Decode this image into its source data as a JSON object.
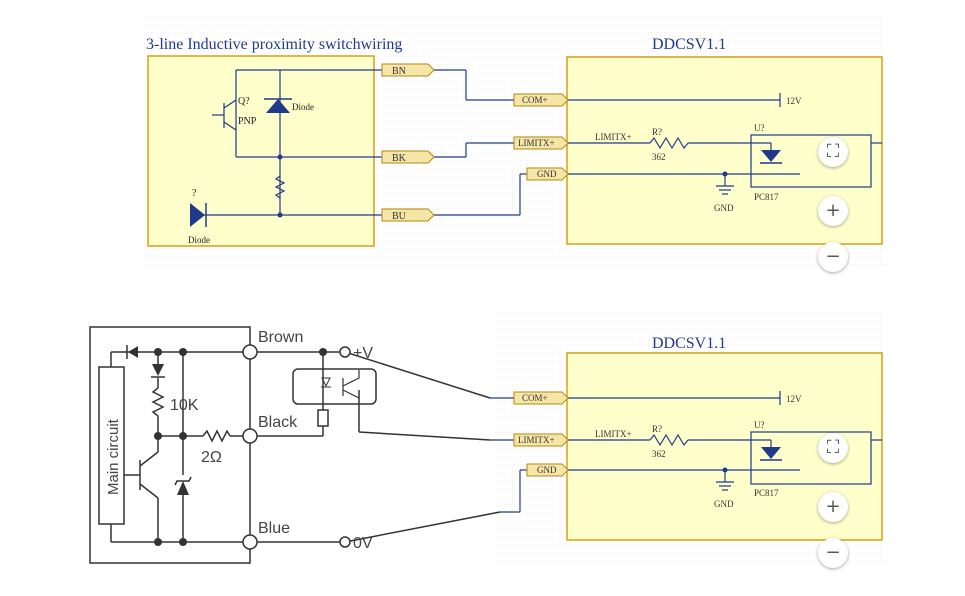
{
  "top_panel": {
    "title": "3-line Inductive proximity switchwiring",
    "board_title": "DDCSV1.1",
    "sensor": {
      "transistor_ref": "Q?",
      "transistor_type": "PNP",
      "diode_label": "Diode",
      "diode2_ref": "?",
      "diode2_label": "Diode",
      "port_bn": "BN",
      "port_bk": "BK",
      "port_bu": "BU"
    },
    "board": {
      "port_com": "COM+",
      "port_limit": "LIMITX+",
      "port_gnd": "GND",
      "supply": "12V",
      "net_label": "LIMITX+",
      "resistor_ref": "R?",
      "resistor_value": "362",
      "opto_ref": "U?",
      "opto_part": "PC817",
      "gnd_label": "GND"
    }
  },
  "bottom_panel": {
    "board_title": "DDCSV1.1",
    "sensor": {
      "main_circuit": "Main circuit",
      "resistor_10k": "10K",
      "resistor_2ohm": "2Ω",
      "wire_brown": "Brown",
      "wire_black": "Black",
      "wire_blue": "Blue",
      "plus_v": "+V",
      "zero_v": "0V"
    },
    "board": {
      "port_com": "COM+",
      "port_limit": "LIMITX+",
      "port_gnd": "GND",
      "supply": "12V",
      "net_label": "LIMITX+",
      "resistor_ref": "R?",
      "resistor_value": "362",
      "opto_ref": "U?",
      "opto_part": "PC817",
      "gnd_label": "GND"
    }
  },
  "map_controls": {
    "recenter_icon": "recenter-icon",
    "zoom_in": "+",
    "zoom_out": "−"
  },
  "colors": {
    "panel_fill": "#FFFFCC",
    "panel_stroke": "#D4A017",
    "wire_blue": "#1F3A8A",
    "port_fill": "#F5E6A8",
    "title_color": "#1F3A8A"
  }
}
